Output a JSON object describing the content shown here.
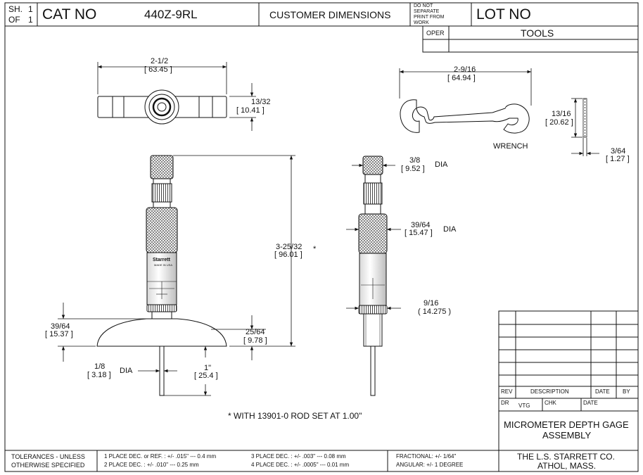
{
  "title_block": {
    "sheet_label": "SH.",
    "sheet_num": "1",
    "of_label": "OF",
    "of_num": "1",
    "cat_no_label": "CAT NO",
    "cat_no": "440Z-9RL",
    "customer_dimensions": "CUSTOMER DIMENSIONS",
    "do_not_separate": [
      "DO NOT",
      "SEPARATE",
      "PRINT FROM",
      "WORK"
    ],
    "lot_no": "LOT NO",
    "oper": "OPER",
    "tools": "TOOLS"
  },
  "dimensions": {
    "width_top_frac": "2-1/2",
    "width_top_mm": "[ 63.45 ]",
    "head_h_frac": "13/32",
    "head_h_mm": "[ 10.41 ]",
    "wrench_w_frac": "2-9/16",
    "wrench_w_mm": "[ 64.94 ]",
    "wrench_h_frac": "13/16",
    "wrench_h_mm": "[ 20.62 ]",
    "wrench_t_frac": "3/64",
    "wrench_t_mm": "[ 1.27 ]",
    "wrench_label": "WRENCH",
    "overall_h_frac": "3-25/32",
    "overall_h_mm": "[ 96.01 ]",
    "asterisk": "*",
    "base_h_frac": "39/64",
    "base_h_mm": "[ 15.37 ]",
    "base_step_frac": "25/64",
    "base_step_mm": "[ 9.78 ]",
    "rod_dia_frac": "1/8",
    "rod_dia_mm": "[ 3.18 ]",
    "dia": "DIA",
    "rod_len_frac": "1\"",
    "rod_len_mm": "[ 25.4 ]",
    "cap_dia_frac": "3/8",
    "cap_dia_mm": "[ 9.52 ]",
    "thimble_dia_frac": "39/64",
    "thimble_dia_mm": "[ 15.47 ]",
    "nut_dia_frac": "9/16",
    "nut_dia_mm": "( 14.275 )",
    "rod_note": "* WITH 13901-0 ROD SET AT 1.00\""
  },
  "brand": {
    "name": "Starrett",
    "sub": "MADE IN USA"
  },
  "revision_block": {
    "rev": "REV",
    "description": "DESCRIPTION",
    "date": "DATE",
    "by": "BY",
    "dr": "DR",
    "dr_value": "VTG",
    "chk": "CHK",
    "date2": "DATE"
  },
  "drawing_title": {
    "line1": "MICROMETER DEPTH GAGE",
    "line2": "ASSEMBLY"
  },
  "footer": {
    "tol_line1": "TOLERANCES - UNLESS",
    "tol_line2": "OTHERWISE SPECIFIED",
    "one_place": "1 PLACE DEC. or REF. :  +/- .015\" --- 0.4 mm",
    "two_place": "2 PLACE DEC. :  +/- .010\" --- 0.25 mm",
    "three_place": "3 PLACE DEC. :  +/- .003\" --- 0.08 mm",
    "four_place": "4 PLACE DEC. :  +/- .0005\" --- 0.01 mm",
    "fractional": "FRACTIONAL: +/- 1/64\"",
    "angular": "ANGULAR: +/- 1 DEGREE",
    "company": "THE L.S. STARRETT CO.",
    "location": "ATHOL, MASS."
  }
}
